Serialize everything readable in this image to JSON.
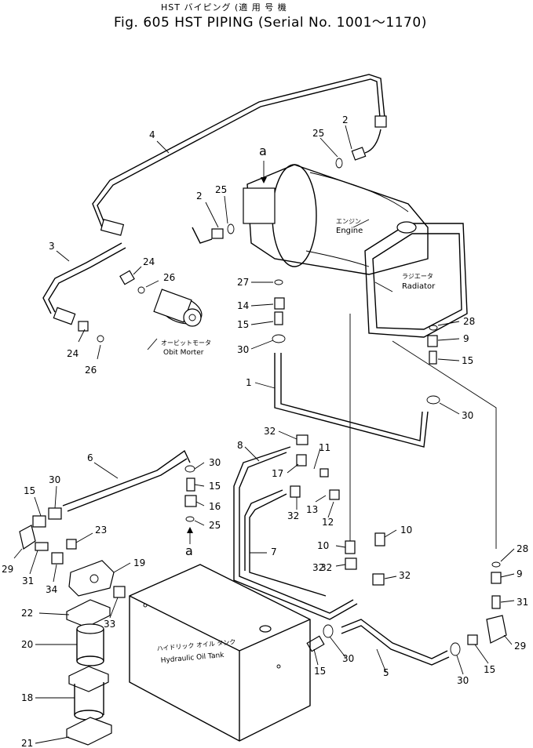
{
  "title": {
    "japanese": "HST バイピング (適 用 号 機",
    "english": "Fig. 605 HST PIPING (Serial No. 1001～1170)"
  },
  "components": {
    "engine": {
      "jp": "エンジン",
      "en": "Engine"
    },
    "radiator": {
      "jp": "ラジエータ",
      "en": "Radiator"
    },
    "orbit_motor": {
      "jp": "オービットモータ",
      "en": "Obit Morter"
    },
    "tank": {
      "jp": "ハイドリック オイル タンク",
      "en": "Hydraulic Oil Tank"
    }
  },
  "markers": {
    "a_top": "a",
    "a_bottom": "a"
  },
  "callouts": [
    "1",
    "2",
    "2",
    "3",
    "4",
    "5",
    "6",
    "7",
    "8",
    "9",
    "9",
    "10",
    "10",
    "11",
    "12",
    "13",
    "14",
    "15",
    "15",
    "15",
    "15",
    "15",
    "15",
    "16",
    "17",
    "18",
    "19",
    "20",
    "21",
    "22",
    "23",
    "24",
    "24",
    "25",
    "25",
    "25",
    "26",
    "26",
    "27",
    "28",
    "28",
    "29",
    "29",
    "30",
    "30",
    "30",
    "30",
    "30",
    "30",
    "31",
    "31",
    "32",
    "32",
    "32",
    "32",
    "32",
    "33",
    "34"
  ]
}
